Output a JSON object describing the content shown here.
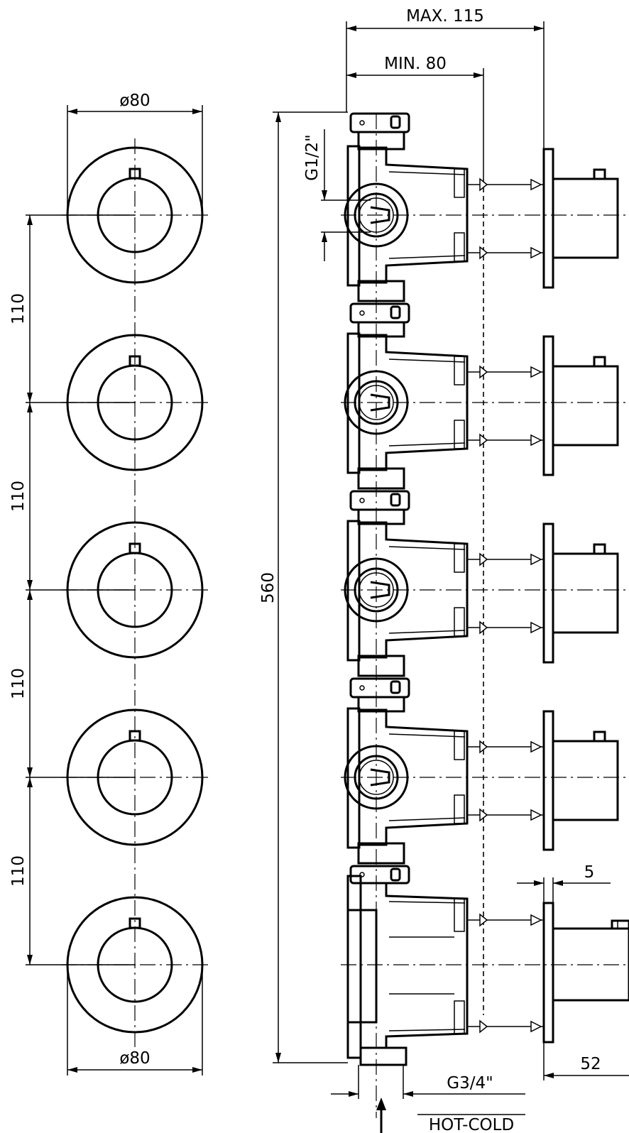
{
  "front_view": {
    "diameter_top": "ø80",
    "diameter_bottom": "ø80",
    "spacings": [
      "110",
      "110",
      "110",
      "110"
    ]
  },
  "side_view": {
    "max_depth": "MAX. 115",
    "min_depth": "MIN. 80",
    "total_height": "560",
    "outlet_thread": "G1/2\"",
    "plate_thickness": "5",
    "handle_length": "52",
    "inlet_thread": "G3/4\"",
    "inlet_label": "HOT-COLD"
  }
}
